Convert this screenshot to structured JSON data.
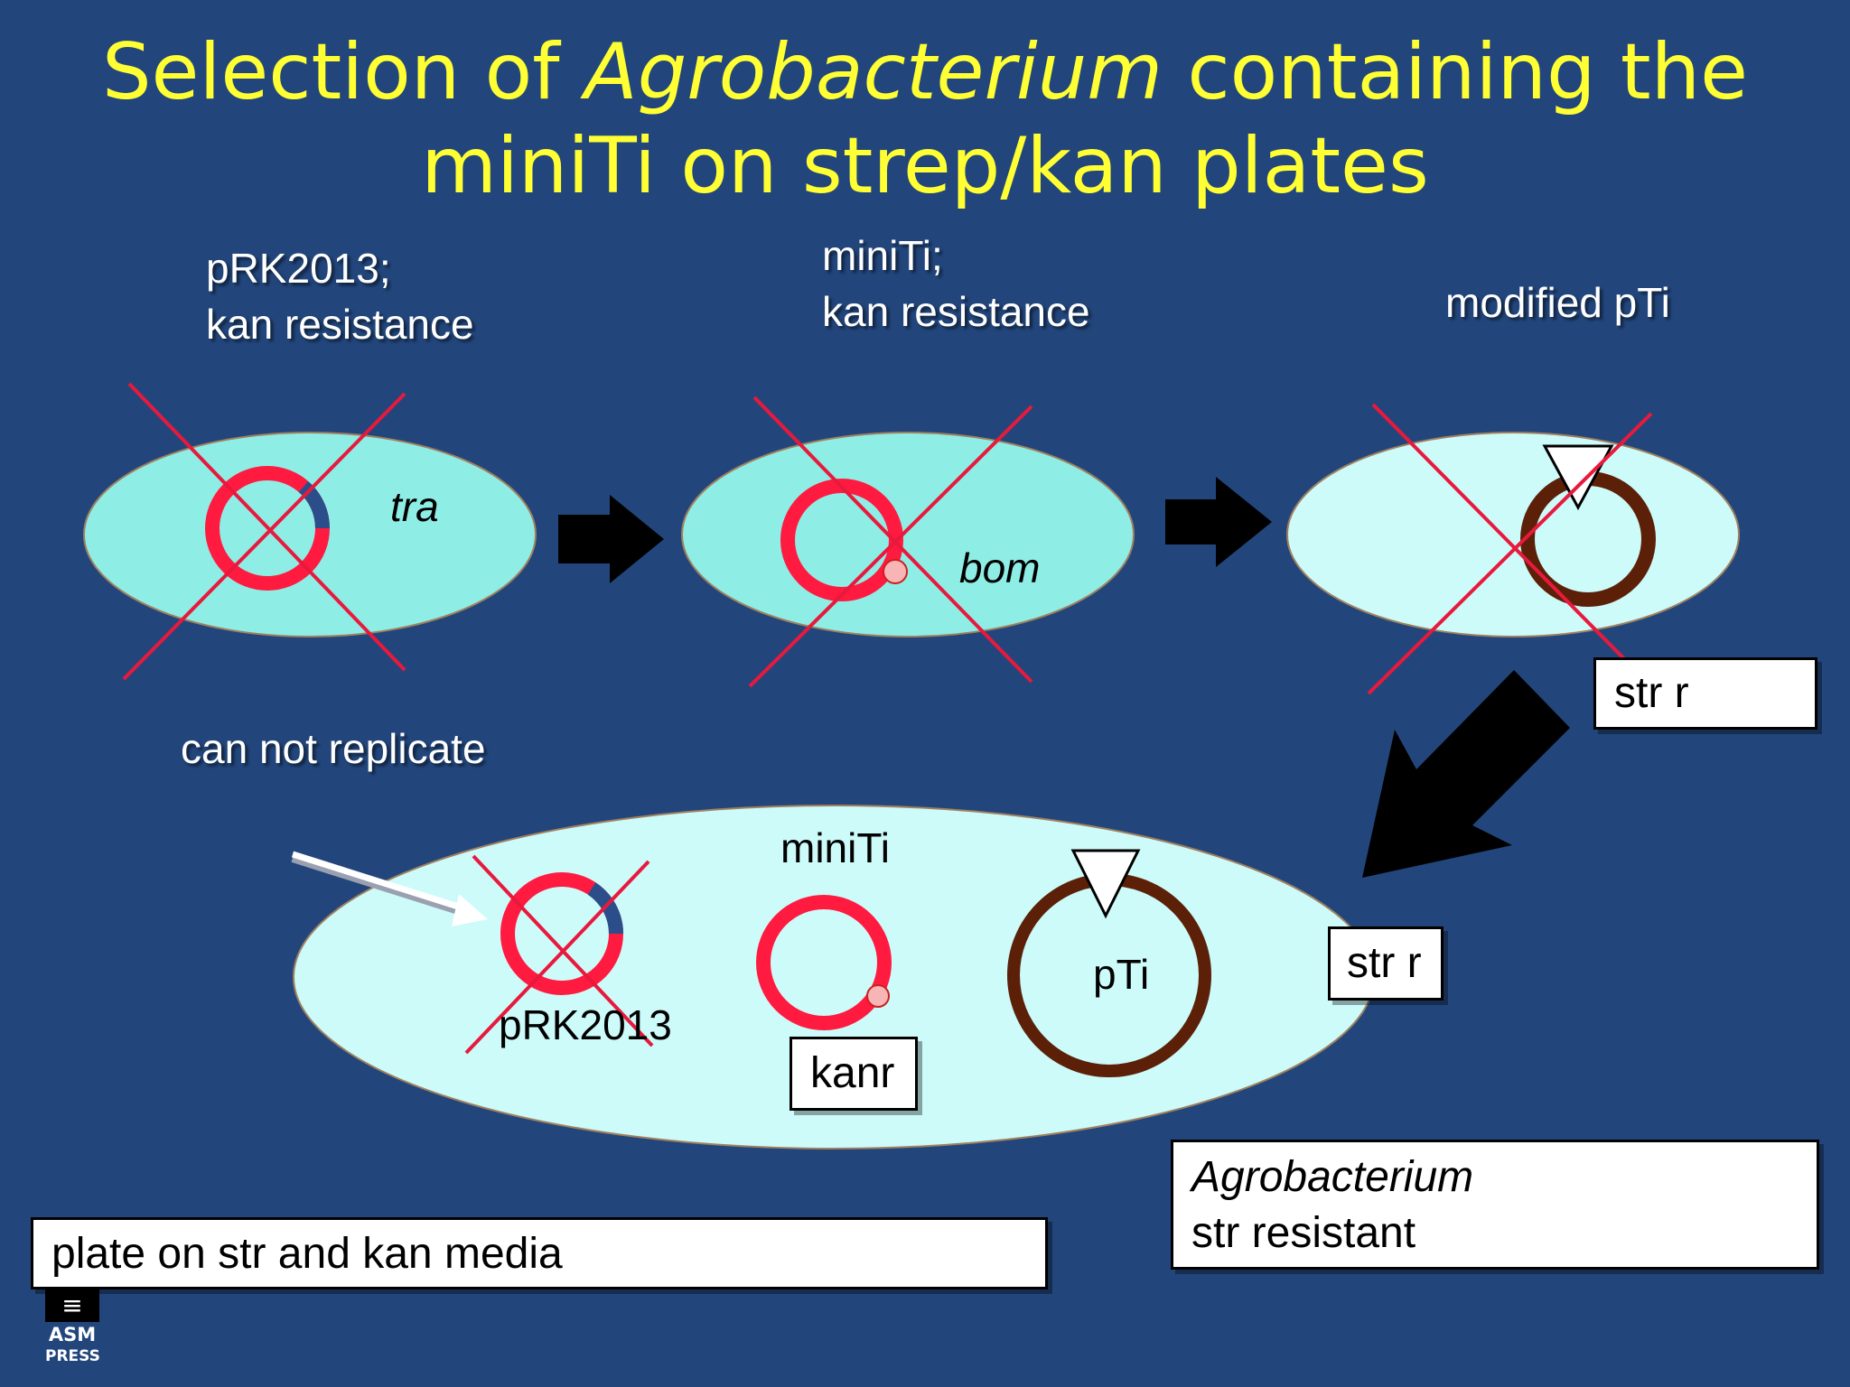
{
  "slide": {
    "title_part1": "Selection of ",
    "title_italic": "Agrobacterium",
    "title_part2": " containing the",
    "title_line2": "miniTi on strep/kan plates"
  },
  "labels": {
    "prk_line1": "pRK2013;",
    "prk_line2": "kan resistance",
    "miniti_line1": "miniTi;",
    "miniti_line2": "kan resistance",
    "modified_pti": "modified pTi",
    "tra": "tra",
    "bom": "bom",
    "can_not_replicate": "can not replicate",
    "miniti_bottom": "miniTi",
    "prk_bottom": "pRK2013",
    "pti_bottom": "pTi"
  },
  "boxes": {
    "str_r_top": "str r",
    "str_r_bottom": "str r",
    "kanr": "kanr",
    "agro_line1": "Agrobacterium",
    "agro_line2": "str resistant",
    "plate": "plate on str and kan media"
  },
  "logo": {
    "line1": "ASM",
    "line2": "PRESS"
  },
  "colors": {
    "background": "#22467c",
    "title": "#ffff33",
    "cell_fill_top": "#8eeee6",
    "cell_fill_light": "#ccfbfa",
    "plasmid_red": "#ff1a40",
    "pti_brown": "#5c2008",
    "cross_red": "#e8193c",
    "tra_segment": "#2b4e8a",
    "bom_dot": "#f7b5b5"
  }
}
